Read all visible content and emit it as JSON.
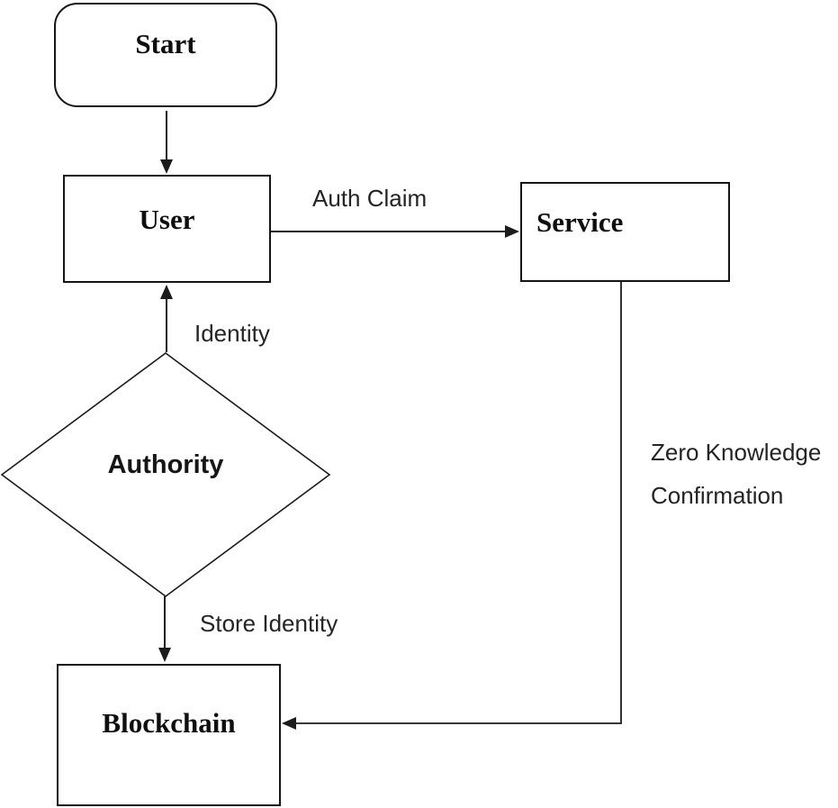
{
  "figure": {
    "background": "#ffffff",
    "ink_color": "#1c1c1c",
    "nodes": {
      "start": {
        "label": "Start",
        "shape": "rounded-rectangle"
      },
      "user": {
        "label": "User",
        "shape": "rectangle"
      },
      "service": {
        "label": "Service",
        "shape": "rectangle"
      },
      "authority": {
        "label": "Authority",
        "shape": "diamond"
      },
      "blockchain": {
        "label": "Blockchain",
        "shape": "rectangle"
      }
    },
    "edges": {
      "start_to_user": {
        "from": "Start",
        "to": "User",
        "label": ""
      },
      "user_to_service": {
        "from": "User",
        "to": "Service",
        "label": "Auth Claim"
      },
      "authority_to_user": {
        "from": "Authority",
        "to": "User",
        "label": "Identity"
      },
      "authority_to_blockchain": {
        "from": "Authority",
        "to": "Blockchain",
        "label": "Store Identity"
      },
      "service_to_blockchain": {
        "from": "Service",
        "to": "Blockchain",
        "label_line1": "Zero Knowledge",
        "label_line2": "Confirmation"
      }
    }
  }
}
